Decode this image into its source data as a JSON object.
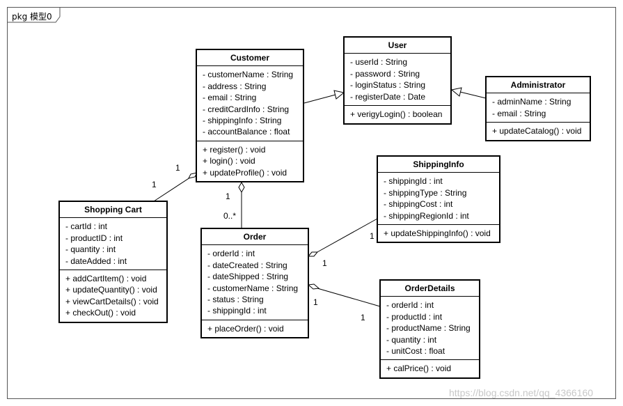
{
  "package": {
    "label": "pkg 模型0"
  },
  "classes": {
    "customer": {
      "name": "Customer",
      "attributes": [
        "- customerName : String",
        "- address : String",
        "- email : String",
        "- creditCardInfo : String",
        "- shippingInfo : String",
        "- accountBalance : float"
      ],
      "operations": [
        "+ register() : void",
        "+ login() : void",
        "+ updateProfile() : void"
      ]
    },
    "user": {
      "name": "User",
      "attributes": [
        "- userId : String",
        "- password : String",
        "- loginStatus : String",
        "- registerDate : Date"
      ],
      "operations": [
        "+ verigyLogin() : boolean"
      ]
    },
    "administrator": {
      "name": "Administrator",
      "attributes": [
        "- adminName : String",
        "- email : String"
      ],
      "operations": [
        "+ updateCatalog() : void"
      ]
    },
    "shopping_cart": {
      "name": "Shopping Cart",
      "attributes": [
        "- cartId : int",
        "- productID : int",
        "- quantity : int",
        "- dateAdded : int"
      ],
      "operations": [
        "+ addCartItem() : void",
        "+ updateQuantity() : void",
        "+ viewCartDetails() : void",
        "+ checkOut() : void"
      ]
    },
    "order": {
      "name": "Order",
      "attributes": [
        "- orderId : int",
        "- dateCreated : String",
        "- dateShipped : String",
        "- customerName : String",
        "- status : String",
        "- shippingId : int"
      ],
      "operations": [
        "+ placeOrder() : void"
      ]
    },
    "shipping_info": {
      "name": "ShippingInfo",
      "attributes": [
        "- shippingId : int",
        "- shippingType : String",
        "- shippingCost : int",
        "- shippingRegionId : int"
      ],
      "operations": [
        "+ updateShippingInfo() : void"
      ]
    },
    "order_details": {
      "name": "OrderDetails",
      "attributes": [
        "- orderId : int",
        "- productId : int",
        "- productName : String",
        "- quantity : int",
        "- unitCost : float"
      ],
      "operations": [
        "+ calPrice() : void"
      ]
    }
  },
  "multiplicities": {
    "cart_customer_end": "1",
    "cart_cart_end": "1",
    "customer_order_customer_end": "1",
    "customer_order_order_end": "0..*",
    "order_shipping_shipping_end": "1",
    "order_shipping_order_end": "1",
    "order_details_order_end": "1",
    "order_details_details_end": "1"
  },
  "watermark": "https://blog.csdn.net/qq_4366160"
}
